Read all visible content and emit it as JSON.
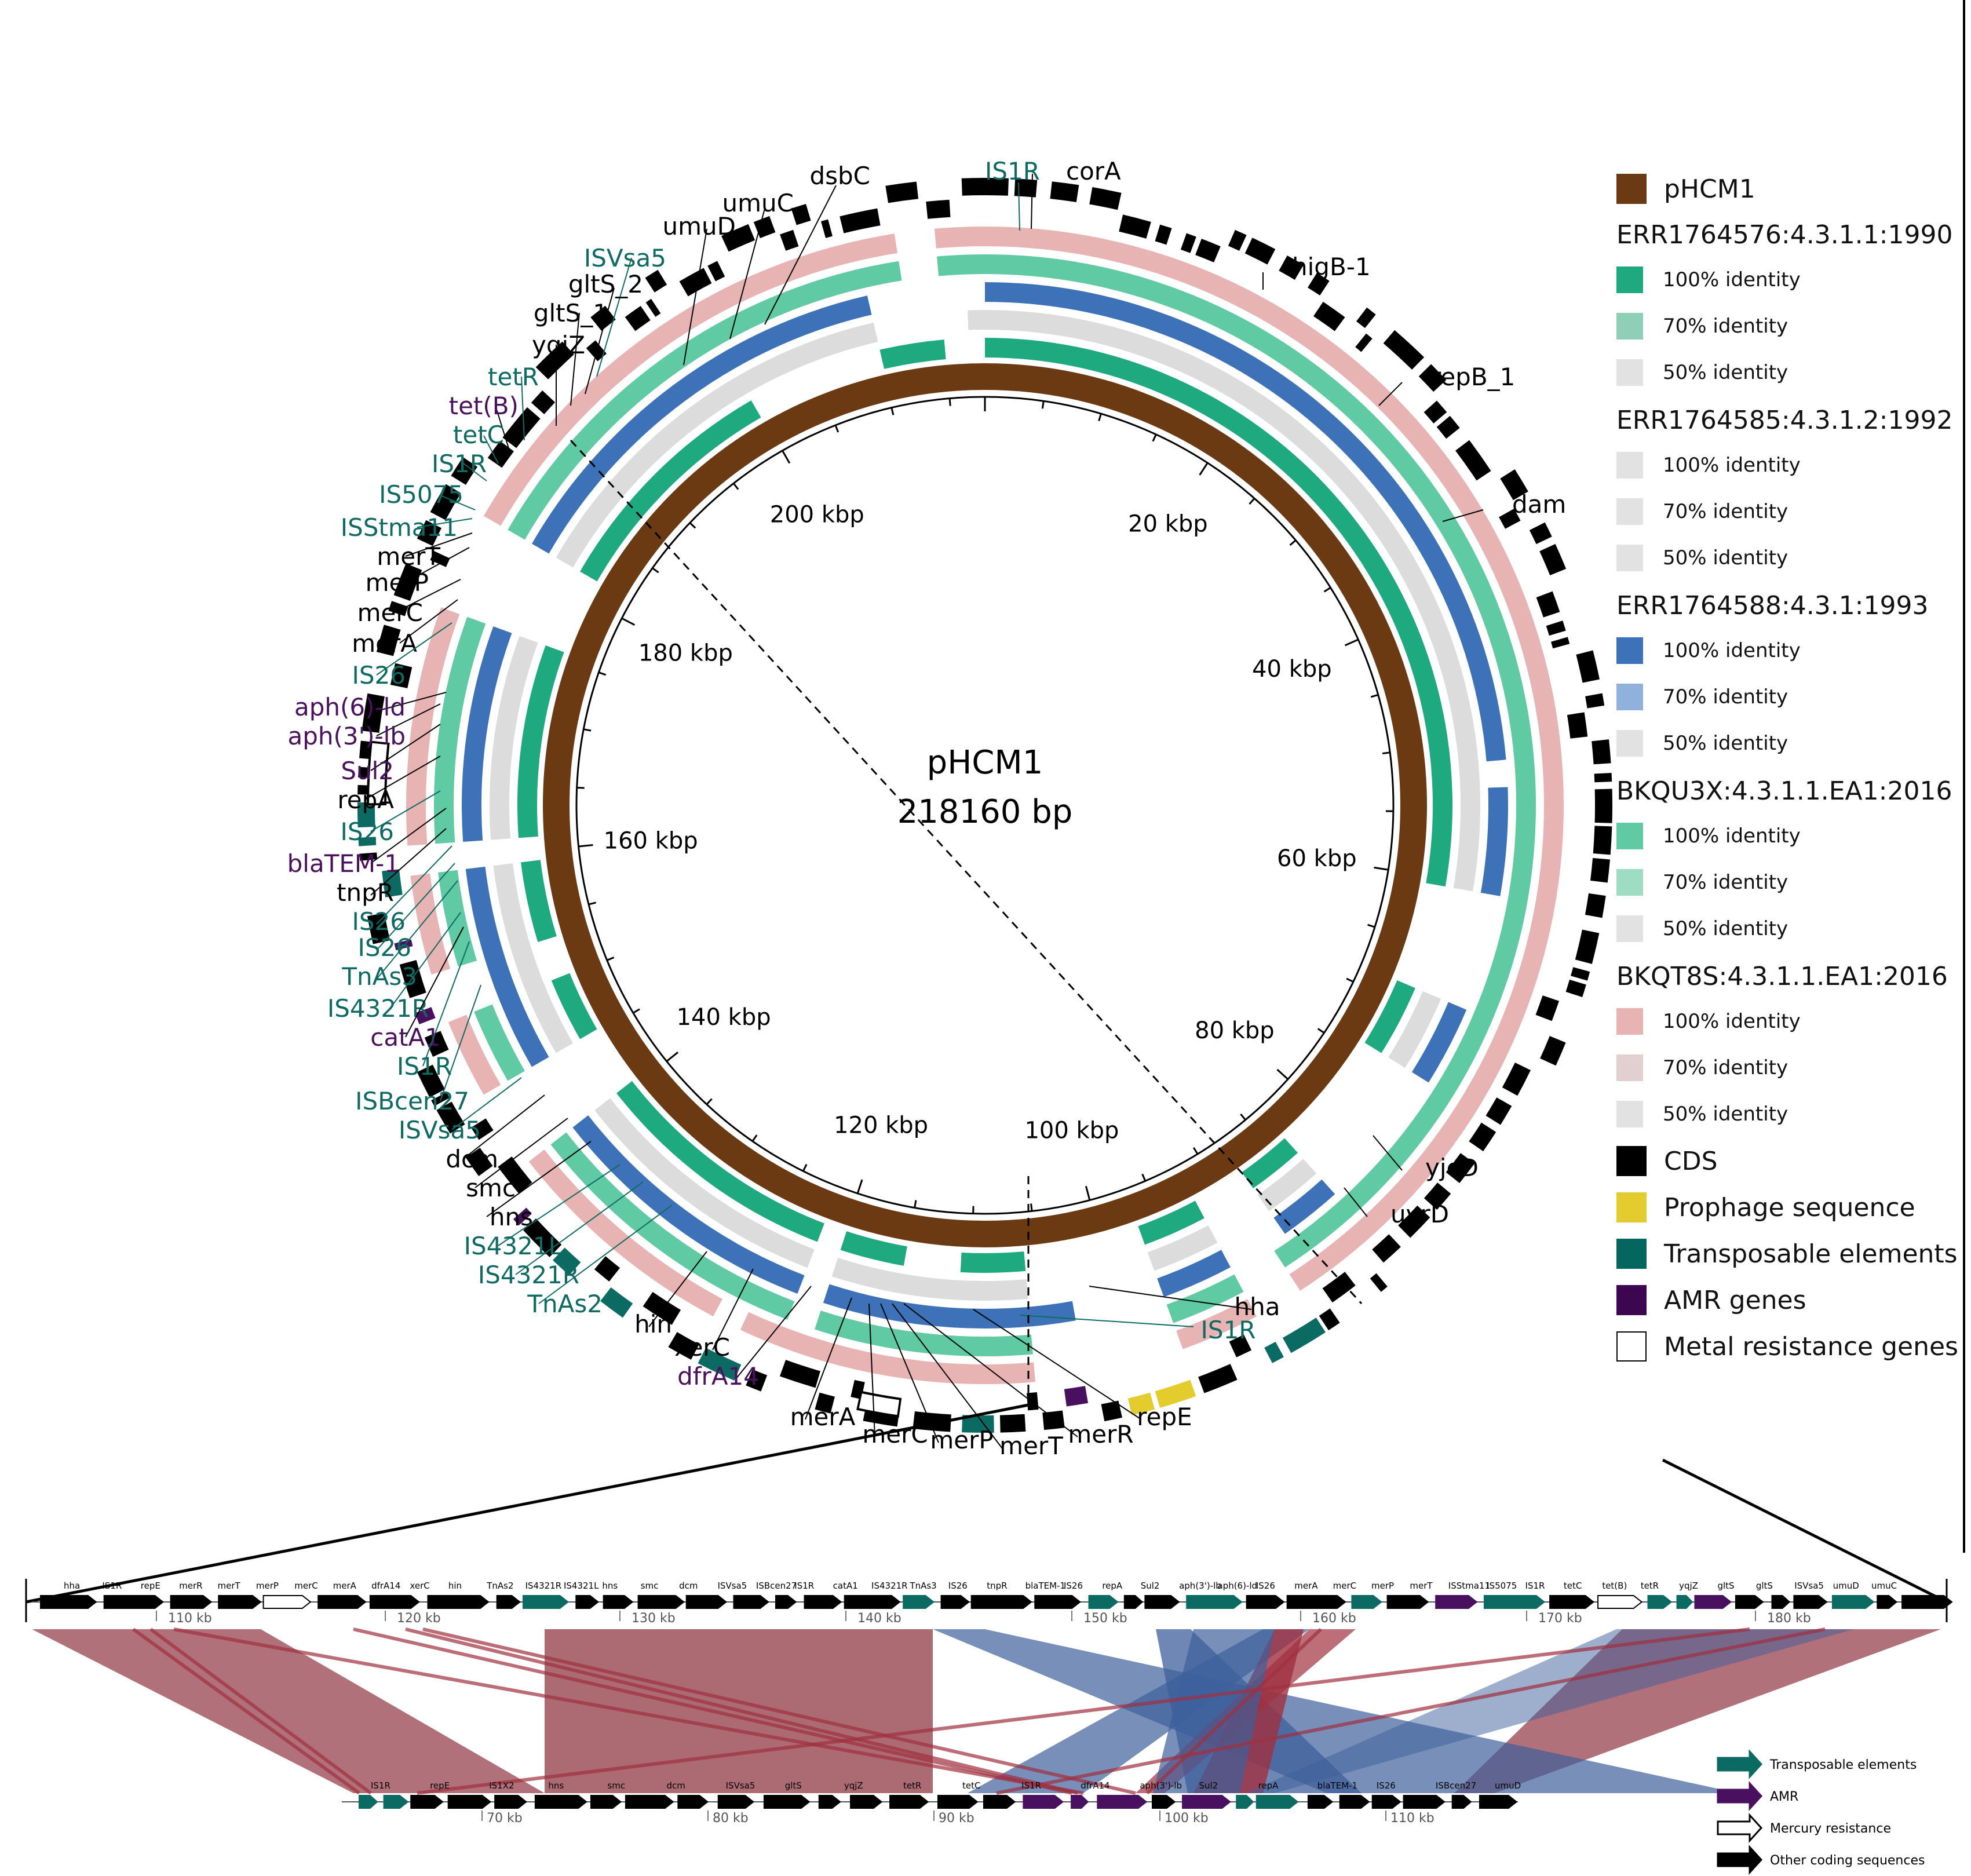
{
  "diagram": {
    "title": "pHCM1",
    "length_label": "218160 bp",
    "total_bp": 218160,
    "scale_labels": [
      "20 kbp",
      "40 kbp",
      "60 kbp",
      "80 kbp",
      "100 kbp",
      "120 kbp",
      "140 kbp",
      "160 kbp",
      "180 kbp",
      "200 kbp"
    ]
  },
  "legend": {
    "reference": {
      "label": "pHCM1",
      "color": "#6b3a12"
    },
    "tracks": [
      {
        "header": "ERR1764576:4.3.1.1:1990",
        "items": [
          {
            "label": "100% identity",
            "color": "#1eaa7e"
          },
          {
            "label": "70% identity",
            "color": "#8fcfb7"
          },
          {
            "label": "50% identity",
            "color": "#e2e2e2"
          }
        ]
      },
      {
        "header": "ERR1764585:4.3.1.2:1992",
        "items": [
          {
            "label": "100% identity",
            "color": "#e2e2e2"
          },
          {
            "label": "70% identity",
            "color": "#e2e2e2"
          },
          {
            "label": "50% identity",
            "color": "#e2e2e2"
          }
        ]
      },
      {
        "header": "ERR1764588:4.3.1:1993",
        "items": [
          {
            "label": "100% identity",
            "color": "#3d72b8"
          },
          {
            "label": "70% identity",
            "color": "#8fb1dc"
          },
          {
            "label": "50% identity",
            "color": "#e2e2e2"
          }
        ]
      },
      {
        "header": "BKQU3X:4.3.1.1.EA1:2016",
        "items": [
          {
            "label": "100% identity",
            "color": "#5fcaa4"
          },
          {
            "label": "70% identity",
            "color": "#9fdcc4"
          },
          {
            "label": "50% identity",
            "color": "#e2e2e2"
          }
        ]
      },
      {
        "header": "BKQT8S:4.3.1.1.EA1:2016",
        "items": [
          {
            "label": "100% identity",
            "color": "#e8b3b3"
          },
          {
            "label": "70% identity",
            "color": "#e2cfcf"
          },
          {
            "label": "50% identity",
            "color": "#e2e2e2"
          }
        ]
      }
    ],
    "features": [
      {
        "label": "CDS",
        "color": "#000000"
      },
      {
        "label": "Prophage sequence",
        "color": "#e2cc2e"
      },
      {
        "label": "Transposable elements",
        "color": "#04665f"
      },
      {
        "label": "AMR genes",
        "color": "#3c0750"
      },
      {
        "label": "Metal resistance genes",
        "color": "#ffffff"
      }
    ]
  },
  "colors": {
    "te": "#0b6b63",
    "amr": "#4a1060",
    "black": "#000000",
    "red_link": "#a03040",
    "blue_link": "#3d5f9b",
    "red_block": "#a8626b"
  },
  "gene_labels_outer": [
    {
      "text": "IS1R",
      "type": "te"
    },
    {
      "text": "corA",
      "type": "cds"
    },
    {
      "text": "dsbC",
      "type": "cds"
    },
    {
      "text": "umuC",
      "type": "cds"
    },
    {
      "text": "umuD",
      "type": "cds"
    },
    {
      "text": "ISVsa5",
      "type": "te"
    },
    {
      "text": "gltS_2",
      "type": "cds"
    },
    {
      "text": "gltS_1",
      "type": "cds"
    },
    {
      "text": "yqjZ",
      "type": "cds"
    },
    {
      "text": "tetR",
      "type": "te"
    },
    {
      "text": "tet(B)",
      "type": "amr"
    },
    {
      "text": "tetC",
      "type": "te"
    },
    {
      "text": "IS1R",
      "type": "te"
    },
    {
      "text": "IS5075",
      "type": "te"
    },
    {
      "text": "ISStma11",
      "type": "te"
    },
    {
      "text": "merT",
      "type": "cds"
    },
    {
      "text": "merP",
      "type": "cds"
    },
    {
      "text": "merC",
      "type": "cds"
    },
    {
      "text": "merA",
      "type": "cds"
    },
    {
      "text": "IS26",
      "type": "te"
    },
    {
      "text": "aph(6)-ld",
      "type": "amr"
    },
    {
      "text": "aph(3')-lb",
      "type": "amr"
    },
    {
      "text": "Sul2",
      "type": "amr"
    },
    {
      "text": "repA",
      "type": "cds"
    },
    {
      "text": "IS26",
      "type": "te"
    },
    {
      "text": "blaTEM-1",
      "type": "amr"
    },
    {
      "text": "tnpR",
      "type": "cds"
    },
    {
      "text": "IS26",
      "type": "te"
    },
    {
      "text": "IS26",
      "type": "te"
    },
    {
      "text": "TnAs3",
      "type": "te"
    },
    {
      "text": "IS4321R",
      "type": "te"
    },
    {
      "text": "catA1",
      "type": "amr"
    },
    {
      "text": "IS1R",
      "type": "te"
    },
    {
      "text": "ISBcen27",
      "type": "te"
    },
    {
      "text": "ISVsa5",
      "type": "te"
    },
    {
      "text": "dcm",
      "type": "cds"
    },
    {
      "text": "smc",
      "type": "cds"
    },
    {
      "text": "hns",
      "type": "cds"
    },
    {
      "text": "IS4321L",
      "type": "te"
    },
    {
      "text": "IS4321R",
      "type": "te"
    },
    {
      "text": "TnAs2",
      "type": "te"
    },
    {
      "text": "hin",
      "type": "cds"
    },
    {
      "text": "xerC",
      "type": "cds"
    },
    {
      "text": "dfrA14",
      "type": "amr"
    },
    {
      "text": "merA",
      "type": "cds"
    },
    {
      "text": "merC",
      "type": "cds"
    },
    {
      "text": "merP",
      "type": "cds"
    },
    {
      "text": "merT",
      "type": "cds"
    },
    {
      "text": "merR",
      "type": "cds"
    },
    {
      "text": "repE",
      "type": "cds"
    },
    {
      "text": "IS1R",
      "type": "te"
    },
    {
      "text": "hha",
      "type": "cds"
    },
    {
      "text": "higB-1",
      "type": "cds"
    },
    {
      "text": "repB_1",
      "type": "cds"
    },
    {
      "text": "dam",
      "type": "cds"
    },
    {
      "text": "yjcD",
      "type": "cds"
    },
    {
      "text": "uvrD",
      "type": "cds"
    }
  ],
  "linear_top": {
    "axis_labels": [
      "110 kb",
      "120 kb",
      "130 kb",
      "140 kb",
      "150 kb",
      "160 kb",
      "170 kb",
      "180 kb"
    ],
    "gene_labels": [
      "hha",
      "IS1R",
      "repE",
      "merR",
      "merT",
      "merP",
      "merC",
      "merA",
      "dfrA14",
      "xerC",
      "hin",
      "TnAs2",
      "IS4321R",
      "IS4321L",
      "hns",
      "smc",
      "dcm",
      "ISVsa5",
      "ISBcen27",
      "IS1R",
      "catA1",
      "IS4321R",
      "TnAs3",
      "IS26",
      "tnpR",
      "blaTEM-1",
      "IS26",
      "repA",
      "Sul2",
      "aph(3')-lb",
      "aph(6)-ld",
      "IS26",
      "merA",
      "merC",
      "merP",
      "merT",
      "ISStma11",
      "IS5075",
      "IS1R",
      "tetC",
      "tet(B)",
      "tetR",
      "yqjZ",
      "gltS",
      "gltS",
      "ISVsa5",
      "umuD",
      "umuC"
    ]
  },
  "linear_bottom": {
    "axis_labels": [
      "70 kb",
      "80 kb",
      "90 kb",
      "100 kb",
      "110 kb"
    ],
    "gene_labels": [
      "IS1R",
      "repE",
      "IS1X2",
      "hns",
      "smc",
      "dcm",
      "ISVsa5",
      "gltS",
      "yqjZ",
      "tetR",
      "tetC",
      "IS1R",
      "dfrA14",
      "aph(3')-lb",
      "Sul2",
      "repA",
      "blaTEM-1",
      "IS26",
      "ISBcen27",
      "umuD"
    ]
  },
  "linear_legend": [
    {
      "label": "Transposable elements",
      "color": "#0b6b63",
      "hollow": false
    },
    {
      "label": "AMR",
      "color": "#4a1060",
      "hollow": false
    },
    {
      "label": "Mercury resistance",
      "color": "#ffffff",
      "hollow": true
    },
    {
      "label": "Other coding sequences",
      "color": "#000000",
      "hollow": false
    }
  ]
}
